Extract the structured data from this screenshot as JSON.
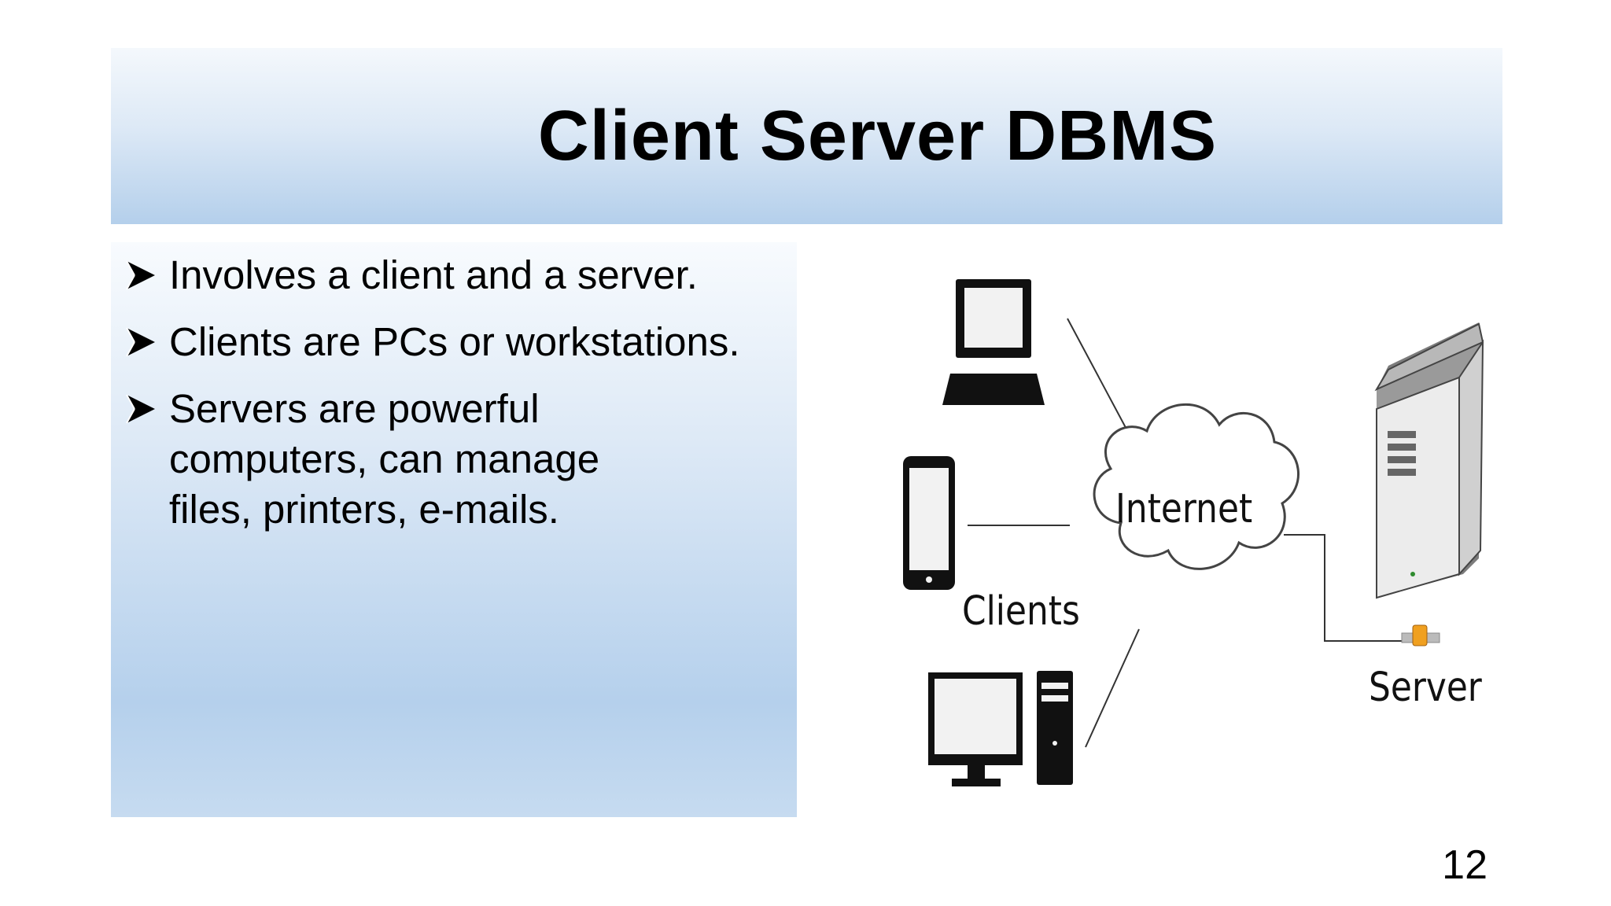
{
  "slide": {
    "title": "Client Server DBMS",
    "bullets": [
      {
        "text": "Involves a client and a server."
      },
      {
        "text": "Clients are PCs or workstations."
      },
      {
        "text": "Servers are powerful computers, can manage files, printers, e-mails."
      }
    ],
    "page_number": "12"
  },
  "diagram": {
    "internet_label": "Internet",
    "clients_label": "Clients",
    "server_label": "Server"
  }
}
